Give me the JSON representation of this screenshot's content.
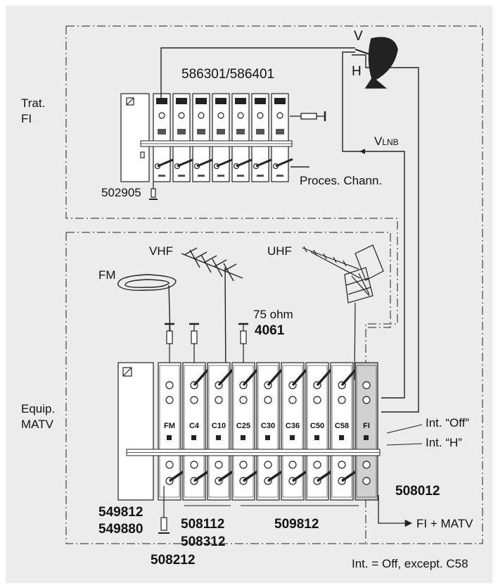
{
  "sections": {
    "fi_label_1": "Trat.",
    "fi_label_2": "FI",
    "matv_label_1": "Equip.",
    "matv_label_2": "MATV"
  },
  "antenna": {
    "pol_v": "V",
    "pol_h": "H",
    "vlnb_v": "V",
    "vlnb_sub": "LNB",
    "fm": "FM",
    "vhf": "VHF",
    "uhf": "UHF"
  },
  "codes": {
    "proc_modules": "586301/586401",
    "proc_psu": "502905",
    "proc_channels": "Proces. Chann.",
    "load": "75 ohm",
    "load_ref": "4061",
    "psu_a": "549812",
    "psu_b": "549880",
    "amp_group_a": "508112",
    "amp_group_b": "508312",
    "amp_fm": "508212",
    "amp_group_c": "509812",
    "fi_module": "508012"
  },
  "modules": [
    "FM",
    "C4",
    "C10",
    "C25",
    "C30",
    "C36",
    "C50",
    "C58",
    "FI"
  ],
  "switches": {
    "off": "Int. “Off”",
    "h": "Int. “H”"
  },
  "output": "FI + MATV",
  "footnote": "Int. = Off, except. C58",
  "colors": {
    "background": "#ececec",
    "module_face": "#ffffff",
    "fi_module_face": "#d0d0d0",
    "line": "#222222"
  }
}
